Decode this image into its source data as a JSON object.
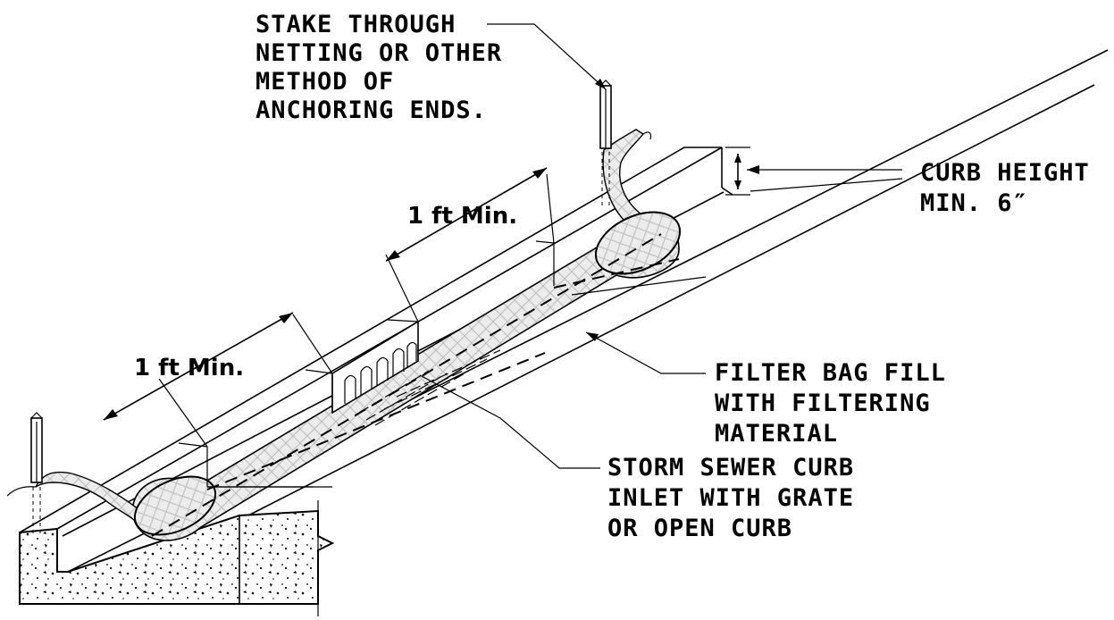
{
  "labels": {
    "stake_note": [
      "STAKE THROUGH",
      "NETTING OR OTHER",
      "METHOD OF",
      "ANCHORING ENDS."
    ],
    "curb_height": [
      "CURB HEIGHT",
      "MIN. 6″"
    ],
    "filter_bag": [
      "FILTER BAG FILL",
      "WITH  FILTERING",
      "MATERIAL"
    ],
    "storm_inlet": [
      "STORM SEWER CURB",
      "INLET WITH GRATE",
      "OR OPEN CURB"
    ],
    "dim_upper": "1 ft Min.",
    "dim_lower": "1 ft Min."
  },
  "colors": {
    "line": "#000000",
    "hatch": "#c8c8c8",
    "bag_fill": "#ececec",
    "background": "#ffffff"
  }
}
